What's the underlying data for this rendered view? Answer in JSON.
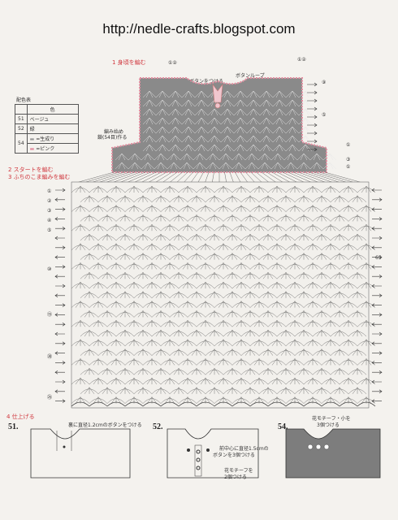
{
  "header": {
    "url": "http://nedle-crafts.blogspot.com"
  },
  "steps": {
    "step1": "1 身頃を編む",
    "step2": "2 スタートを編む",
    "step3": "3 ふちのこま編みを編む",
    "step4": "4 仕上げる"
  },
  "legend": {
    "title": "配色表",
    "header": "色",
    "rows": [
      {
        "num": "51",
        "color": "ベージュ"
      },
      {
        "num": "52",
        "color": "緑"
      },
      {
        "num": "54",
        "color": "=生成り"
      },
      {
        "num": "",
        "color": "=ピンク"
      }
    ]
  },
  "annotations": {
    "button_attach": "ボタンをつける",
    "button_loop": "ボタンループ",
    "knit_gather": "編み始め",
    "knit_gather2": "鎖(54目)作る",
    "side_mark": "65",
    "top_left_marks": "①②",
    "top_right_marks": "①②"
  },
  "row_markers_yoke": [
    "⑨",
    "⑤",
    "①",
    "③",
    "①"
  ],
  "row_markers_body": [
    "①",
    "②",
    "③",
    "④",
    "⑤",
    "⑩",
    "⑮",
    "⑳",
    "㉕"
  ],
  "figures": [
    {
      "num": "51.",
      "note": "裏に直径1.2cmのボタンをつける",
      "note2": ""
    },
    {
      "num": "52.",
      "note": "前中心に直径1.5cmの",
      "note2": "ボタンを3個つける",
      "note3": "花モチーフを",
      "note4": "2個つける"
    },
    {
      "num": "54.",
      "note": "花モチーフ・小を",
      "note2": "3個つける"
    }
  ],
  "colors": {
    "yoke_fill": "#888888",
    "pink": "#e38ea0",
    "red": "#d0363d",
    "line": "#333333"
  }
}
